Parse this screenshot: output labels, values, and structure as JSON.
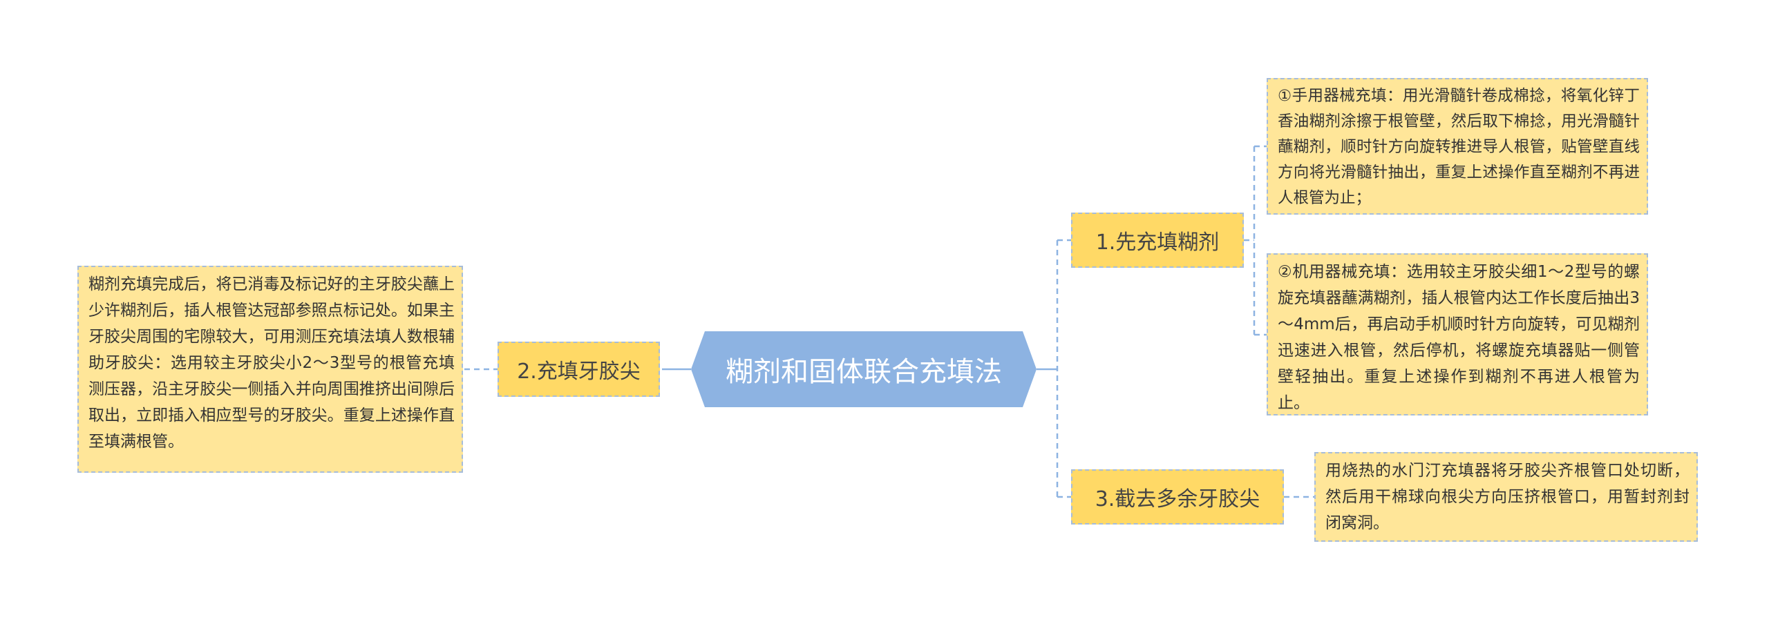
{
  "root": {
    "title": "糊剂和固体联合充填法"
  },
  "branches": {
    "b1": {
      "label": "1.先充填糊剂"
    },
    "b2": {
      "label": "2.充填牙胶尖"
    },
    "b3": {
      "label": "3.截去多余牙胶尖"
    }
  },
  "leaves": {
    "l1": {
      "text": "①手用器械充填：用光滑髓针卷成棉捻，将氧化锌丁香油糊剂涂擦于根管壁，然后取下棉捻，用光滑髓针蘸糊剂，顺时针方向旋转推进导人根管，贴管壁直线方向将光滑髓针抽出，重复上述操作直至糊剂不再进人根管为止；"
    },
    "l2": {
      "text": "②机用器械充填：选用较主牙胶尖细1～2型号的螺旋充填器蘸满糊剂，插人根管内达工作长度后抽出3～4mm后，再启动手机顺时针方向旋转，可见糊剂迅速进入根管，然后停机，将螺旋充填器贴一侧管壁轻抽出。重复上述操作到糊剂不再进人根管为止。"
    },
    "l3": {
      "text": "糊剂充填完成后，将已消毒及标记好的主牙胶尖蘸上少许糊剂后，插人根管达冠部参照点标记处。如果主牙胶尖周围的宅隙较大，可用测压充填法填人数根辅助牙胶尖：选用较主牙胶尖小2～3型号的根管充填测压器，沿主牙胶尖一侧插入并向周围推挤出间隙后取出，立即插入相应型号的牙胶尖。重复上述操作直至填满根管。"
    },
    "l4": {
      "text": "用烧热的水门汀充填器将牙胶尖齐根管口处切断，然后用干棉球向根尖方向压挤根管口，用暂封剂封闭窝洞。"
    }
  },
  "colors": {
    "root_fill": "#8db3e2",
    "branch_fill": "#ffd966",
    "leaf_fill": "#ffe699",
    "connector": "#8db3e2",
    "border_dash": "#a6bcd9"
  }
}
